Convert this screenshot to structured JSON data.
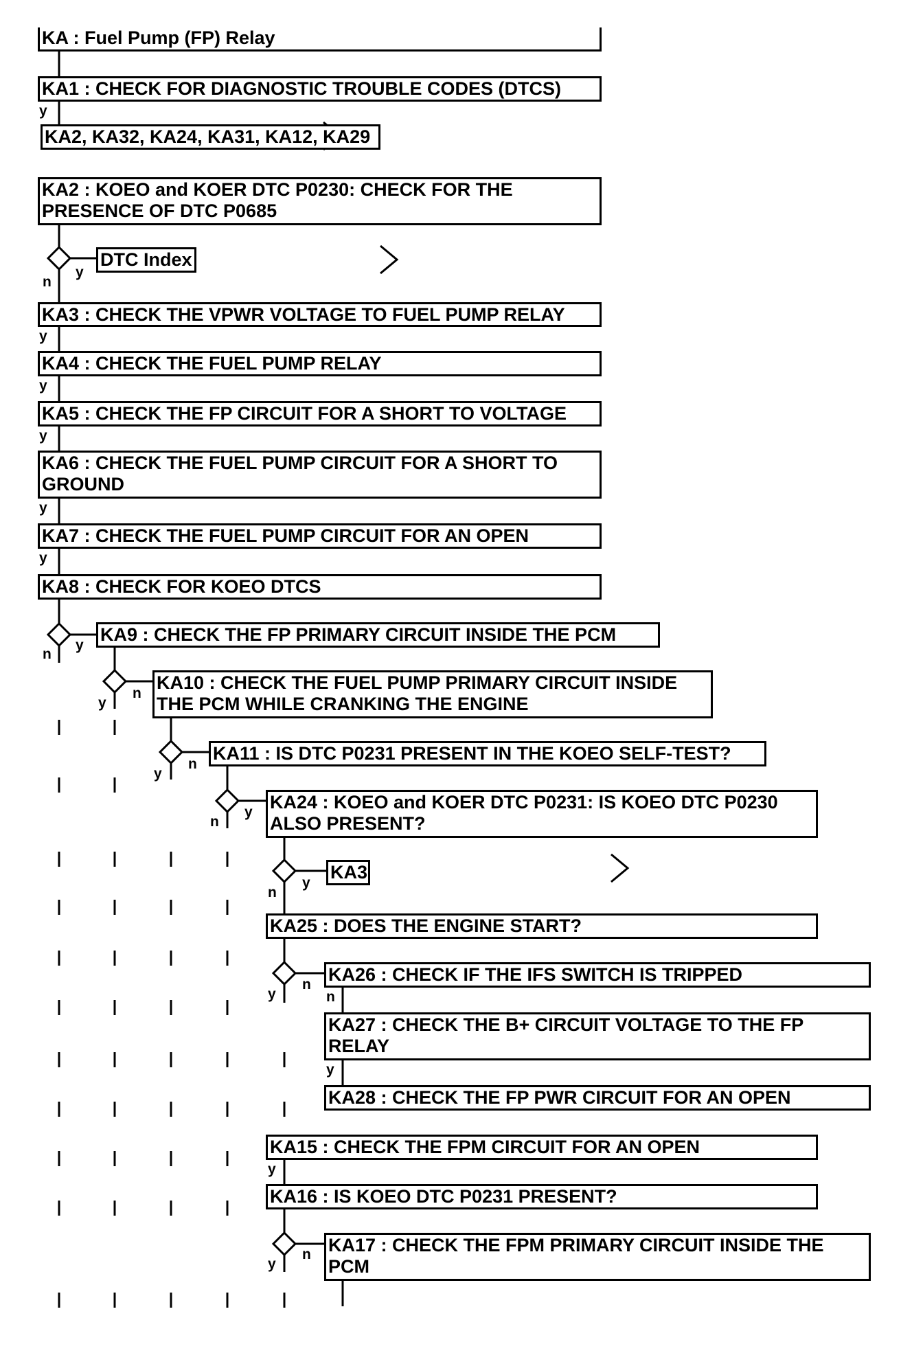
{
  "title": "KA : Fuel Pump (FP) Relay",
  "nodes": {
    "ka1": "KA1 : CHECK FOR DIAGNOSTIC TROUBLE CODES (DTCS)",
    "ka_list": "KA2, KA32, KA24, KA31, KA12, KA29",
    "ka2": "KA2 : KOEO and KOER DTC P0230: CHECK FOR THE PRESENCE OF DTC P0685",
    "dtc_index": "DTC Index",
    "ka3": "KA3 : CHECK THE VPWR VOLTAGE TO FUEL PUMP RELAY",
    "ka4": "KA4 : CHECK THE FUEL PUMP RELAY",
    "ka5": "KA5 : CHECK THE FP CIRCUIT FOR A SHORT TO VOLTAGE",
    "ka6": "KA6 : CHECK THE FUEL PUMP CIRCUIT FOR A SHORT TO GROUND",
    "ka7": "KA7 : CHECK THE FUEL PUMP CIRCUIT FOR AN OPEN",
    "ka8": "KA8 : CHECK FOR KOEO DTCS",
    "ka9": "KA9 : CHECK THE FP PRIMARY CIRCUIT INSIDE THE PCM",
    "ka10": "KA10 : CHECK THE FUEL PUMP PRIMARY CIRCUIT INSIDE THE PCM WHILE CRANKING THE ENGINE",
    "ka11": "KA11 : IS DTC P0231 PRESENT IN THE KOEO SELF-TEST?",
    "ka24": "KA24 : KOEO and KOER DTC P0231: IS KOEO DTC P0230 ALSO PRESENT?",
    "ka3_ref": "KA3",
    "ka25": "KA25 : DOES THE ENGINE START?",
    "ka26": "KA26 : CHECK IF THE IFS SWITCH IS TRIPPED",
    "ka27": "KA27 : CHECK THE B+ CIRCUIT VOLTAGE TO THE FP RELAY",
    "ka28": "KA28 : CHECK THE FP PWR CIRCUIT FOR AN OPEN",
    "ka15": "KA15 : CHECK THE FPM CIRCUIT FOR AN OPEN",
    "ka16": "KA16 : IS KOEO DTC P0231 PRESENT?",
    "ka17": "KA17 : CHECK THE FPM PRIMARY CIRCUIT INSIDE THE PCM"
  },
  "labels": {
    "yes": "y",
    "no": "n"
  }
}
